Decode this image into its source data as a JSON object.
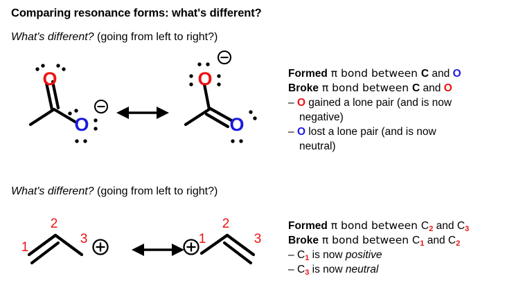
{
  "title": "Comparing resonance forms: what's different?",
  "subtitle_1": {
    "question": "What's different?",
    "rest": " (going from left to right?)"
  },
  "subtitle_2": {
    "question": "What's different?",
    "rest": " (going from left to right?)"
  },
  "colors": {
    "oxygen_red": "#ee1111",
    "oxygen_blue": "#1a1ae0",
    "label_red": "#ee1111",
    "bond_black": "#000000",
    "background": "#ffffff"
  },
  "row_1": {
    "structure_left": {
      "name": "acetate-resonance-form-left",
      "atoms": [
        {
          "symbol": "O",
          "color": "#ee1111",
          "bond": "double",
          "lone_pairs": 2,
          "charge": ""
        },
        {
          "symbol": "O",
          "color": "#1a1ae0",
          "bond": "single",
          "lone_pairs": 3,
          "charge": "⊖"
        }
      ]
    },
    "arrow": "⟷",
    "structure_right": {
      "name": "acetate-resonance-form-right",
      "atoms": [
        {
          "symbol": "O",
          "color": "#ee1111",
          "bond": "single",
          "lone_pairs": 3,
          "charge": "⊖"
        },
        {
          "symbol": "O",
          "color": "#1a1ae0",
          "bond": "double",
          "lone_pairs": 2,
          "charge": ""
        }
      ]
    },
    "explanation": {
      "formed_label": "Formed",
      "formed_mid": " π bond between ",
      "formed_atom_a": "C",
      "formed_and": " and ",
      "formed_atom_b": "O",
      "broke_label": "Broke",
      "broke_mid": " π bond between ",
      "broke_atom_a": "C",
      "broke_and": " and ",
      "broke_atom_b": "O",
      "bullet_1_dash": "– ",
      "bullet_1_atom": "O",
      "bullet_1_text": " gained a lone pair (and is now",
      "bullet_1_cont": "negative)",
      "bullet_2_dash": "– ",
      "bullet_2_atom": "O",
      "bullet_2_text": " lost a lone pair (and is now",
      "bullet_2_cont": "neutral)"
    }
  },
  "row_2": {
    "structure_left": {
      "name": "allyl-cation-resonance-form-left",
      "labels": [
        "1",
        "2",
        "3"
      ],
      "charge": "⊕",
      "charge_on": "C3",
      "double_bond": "C1=C2"
    },
    "arrow": "⟷",
    "structure_right": {
      "name": "allyl-cation-resonance-form-right",
      "labels": [
        "1",
        "2",
        "3"
      ],
      "charge": "⊕",
      "charge_on": "C1",
      "double_bond": "C2=C3"
    },
    "explanation": {
      "formed_label": "Formed",
      "formed_mid": " π bond between ",
      "formed_atom_a": "C",
      "formed_sub_a": "2",
      "formed_and": " and ",
      "formed_atom_b": "C",
      "formed_sub_b": "3",
      "broke_label": "Broke",
      "broke_mid": " π bond between ",
      "broke_atom_a": "C",
      "broke_sub_a": "1",
      "broke_and": " and ",
      "broke_atom_b": "C",
      "broke_sub_b": "2",
      "bullet_1_dash": "– ",
      "bullet_1_atom": "C",
      "bullet_1_sub": "1",
      "bullet_1_text": " is now ",
      "bullet_1_em": "positive",
      "bullet_2_dash": "– ",
      "bullet_2_atom": "C",
      "bullet_2_sub": "3",
      "bullet_2_text": " is now ",
      "bullet_2_em": "neutral"
    }
  }
}
